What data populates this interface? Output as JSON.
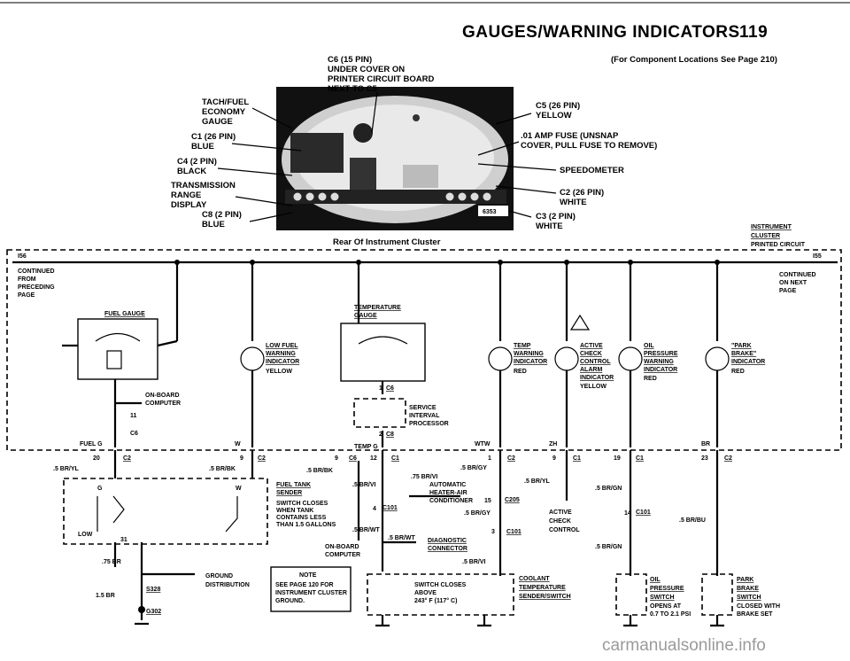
{
  "header": {
    "title": "GAUGES/WARNING INDICATORS",
    "page_number": "119",
    "locator": "(For Component Locations See Page 210)"
  },
  "photo": {
    "caption": "Rear Of Instrument Cluster",
    "photo_id": "6353",
    "callouts": {
      "c6": [
        "C6 (15 PIN)",
        "UNDER COVER ON",
        "PRINTER CIRCUIT BOARD",
        "NEXT TO C5"
      ],
      "tach": [
        "TACH/FUEL",
        "ECONOMY",
        "GAUGE"
      ],
      "c1": [
        "C1 (26 PIN)",
        "BLUE"
      ],
      "c4": [
        "C4 (2 PIN)",
        "BLACK"
      ],
      "trans": [
        "TRANSMISSION",
        "RANGE",
        "DISPLAY"
      ],
      "c8": [
        "C8 (2 PIN)",
        "BLUE"
      ],
      "c5": [
        "C5 (26 PIN)",
        "YELLOW"
      ],
      "fuse": [
        ".01 AMP FUSE (UNSNAP",
        "COVER, PULL FUSE TO REMOVE)"
      ],
      "speedo": [
        "SPEEDOMETER"
      ],
      "c2": [
        "C2 (26 PIN)",
        "WHITE"
      ],
      "c3": [
        "C3 (2 PIN)",
        "WHITE"
      ]
    }
  },
  "cluster_label": [
    "INSTRUMENT",
    "CLUSTER",
    "PRINTED CIRCUIT"
  ],
  "continued_from": [
    "CONTINUED",
    "FROM",
    "PRECEDING",
    "PAGE"
  ],
  "continued_to": [
    "CONTINUED",
    "ON NEXT",
    "PAGE"
  ],
  "bus_left": "I56",
  "bus_right": "I55",
  "gauges": {
    "fuel_gauge": "FUEL GAUGE",
    "temp_gauge": [
      "TEMPERATURE",
      "GAUGE"
    ],
    "low_fuel": [
      "LOW FUEL",
      "WARNING",
      "INDICATOR",
      "YELLOW"
    ],
    "temp_warn": [
      "TEMP",
      "WARNING",
      "INDICATOR",
      "RED"
    ],
    "active_check": [
      "ACTIVE",
      "CHECK",
      "CONTROL",
      "ALARM",
      "INDICATOR",
      "YELLOW"
    ],
    "oil_pressure": [
      "OIL",
      "PRESSURE",
      "WARNING",
      "INDICATOR",
      "RED"
    ],
    "park_brake": [
      "\"PARK",
      "BRAKE\"",
      "INDICATOR",
      "RED"
    ]
  },
  "modules": {
    "onboard": [
      "ON-BOARD",
      "COMPUTER"
    ],
    "service": [
      "SERVICE",
      "INTERVAL",
      "PROCESSOR"
    ],
    "onboard2": [
      "ON-BOARD",
      "COMPUTER"
    ]
  },
  "pins": {
    "fuel_g": "FUEL G",
    "w": "W",
    "temp_g": "TEMP G",
    "wtw": "WTW",
    "zh": "ZH",
    "br": "BR",
    "p20": "20",
    "p9a": "9",
    "p9b": "9",
    "p12": "12",
    "p1": "1",
    "p9c": "9",
    "p19": "19",
    "p23": "23",
    "p11": "11",
    "p1b": "1",
    "p2": "2",
    "p4": "4",
    "p15": "15",
    "p3": "3",
    "p14": "14",
    "p31": "31",
    "pg": "G",
    "pw": "W",
    "c2a": "C2",
    "c2b": "C2",
    "c6a": "C6",
    "c1a": "C1",
    "c2c": "C2",
    "c1b": "C1",
    "c1c": "C1",
    "c2d": "C2",
    "c6b": "C6",
    "c6c": "C6",
    "c8": "C8",
    "c101a": "C101",
    "c101b": "C101",
    "c101c": "C101",
    "c205": "C205"
  },
  "wires": {
    "w1": ".5 BR/YL",
    "w2": ".5 BR/BK",
    "w3": ".5 BR/BK",
    "w4": ".5 BR/VI",
    "w5": ".75 BR/VI",
    "w6": ".5 BR/GY",
    "w7": ".5 BR/GY",
    "w8": ".5 BR/WT",
    "w9": ".5 BR/WT",
    "w10": ".5 BR/VI",
    "w11": ".5 BR/YL",
    "w12": ".5 BR/GN",
    "w13": ".5 BR/GN",
    "w14": ".5 BR/BU",
    "w15": ".75 BR",
    "w16": "1.5 BR"
  },
  "lower": {
    "fuel_tank": [
      "FUEL TANK",
      "SENDER",
      "SWITCH CLOSES",
      "WHEN TANK",
      "CONTAINS LESS",
      "THAN 1.5 GALLONS"
    ],
    "low": "LOW",
    "auto_heater": [
      "AUTOMATIC",
      "HEATER-AIR",
      "CONDITIONER"
    ],
    "diagnostic": [
      "DIAGNOSTIC",
      "CONNECTOR"
    ],
    "check_control": [
      "ACTIVE",
      "CHECK",
      "CONTROL"
    ],
    "ground": [
      "GROUND",
      "DISTRIBUTION"
    ],
    "s328": "S328",
    "g302": "G302",
    "note": [
      "NOTE",
      "SEE PAGE 120 FOR",
      "INSTRUMENT CLUSTER",
      "GROUND."
    ],
    "switch_closes": [
      "SWITCH CLOSES",
      "ABOVE",
      "243° F (117° C)"
    ],
    "coolant": [
      "COOLANT",
      "TEMPERATURE",
      "SENDER/SWITCH"
    ],
    "oil_switch": [
      "OIL",
      "PRESSURE",
      "SWITCH",
      "OPENS AT",
      "0.7 TO 2.1 PSI"
    ],
    "park_switch": [
      "PARK",
      "BRAKE",
      "SWITCH",
      "CLOSED WITH",
      "BRAKE SET"
    ]
  },
  "watermark": "carmanualsonline.info"
}
